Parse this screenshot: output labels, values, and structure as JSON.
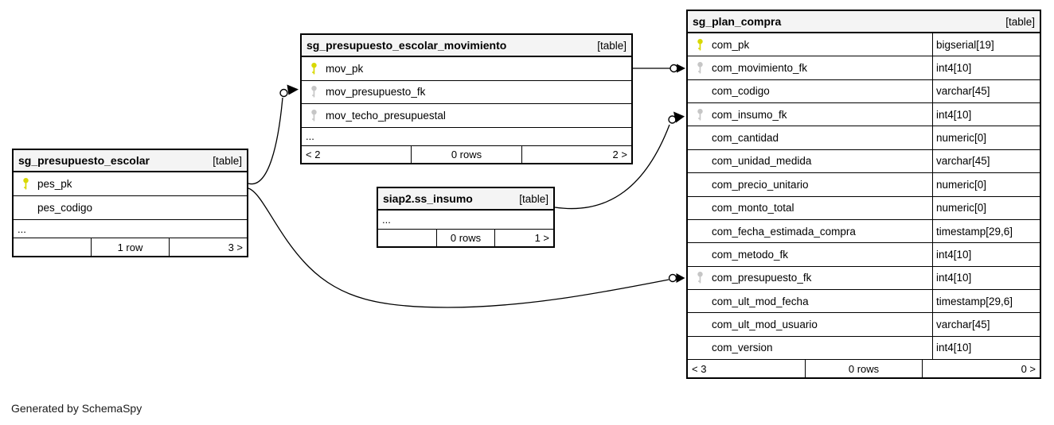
{
  "note": "Generated by SchemaSpy",
  "colors": {
    "header_bg": "#f4f4f4",
    "border": "#000000",
    "primary_key_icon": "#d8d800",
    "foreign_key_icon": "#c6c6c6"
  },
  "tables": {
    "movimiento": {
      "title": "sg_presupuesto_escolar_movimiento",
      "badge": "[table]",
      "columns": [
        {
          "name": "mov_pk",
          "key": "pk"
        },
        {
          "name": "mov_presupuesto_fk",
          "key": "fk"
        },
        {
          "name": "mov_techo_presupuestal",
          "key": "fk"
        }
      ],
      "ellipsis": "...",
      "footer": {
        "left": "< 2",
        "center": "0 rows",
        "right": "2 >"
      }
    },
    "escolar": {
      "title": "sg_presupuesto_escolar",
      "badge": "[table]",
      "columns": [
        {
          "name": "pes_pk",
          "key": "pk"
        },
        {
          "name": "pes_codigo",
          "key": ""
        }
      ],
      "ellipsis": "...",
      "footer": {
        "left": "",
        "center": "1 row",
        "right": "3 >"
      }
    },
    "insumo": {
      "title": "siap2.ss_insumo",
      "badge": "[table]",
      "columns": [],
      "ellipsis": "...",
      "footer": {
        "left": "",
        "center": "0 rows",
        "right": "1 >"
      }
    },
    "plan_compra": {
      "title": "sg_plan_compra",
      "badge": "[table]",
      "columns": [
        {
          "name": "com_pk",
          "type": "bigserial[19]",
          "key": "pk"
        },
        {
          "name": "com_movimiento_fk",
          "type": "int4[10]",
          "key": "fk"
        },
        {
          "name": "com_codigo",
          "type": "varchar[45]",
          "key": ""
        },
        {
          "name": "com_insumo_fk",
          "type": "int4[10]",
          "key": "fk"
        },
        {
          "name": "com_cantidad",
          "type": "numeric[0]",
          "key": ""
        },
        {
          "name": "com_unidad_medida",
          "type": "varchar[45]",
          "key": ""
        },
        {
          "name": "com_precio_unitario",
          "type": "numeric[0]",
          "key": ""
        },
        {
          "name": "com_monto_total",
          "type": "numeric[0]",
          "key": ""
        },
        {
          "name": "com_fecha_estimada_compra",
          "type": "timestamp[29,6]",
          "key": ""
        },
        {
          "name": "com_metodo_fk",
          "type": "int4[10]",
          "key": ""
        },
        {
          "name": "com_presupuesto_fk",
          "type": "int4[10]",
          "key": "fk"
        },
        {
          "name": "com_ult_mod_fecha",
          "type": "timestamp[29,6]",
          "key": ""
        },
        {
          "name": "com_ult_mod_usuario",
          "type": "varchar[45]",
          "key": ""
        },
        {
          "name": "com_version",
          "type": "int4[10]",
          "key": ""
        }
      ],
      "footer": {
        "left": "< 3",
        "center": "0 rows",
        "right": "0 >"
      }
    }
  },
  "relationships": [
    {
      "from": "sg_presupuesto_escolar_movimiento.mov_pk",
      "to": "sg_plan_compra.com_movimiento_fk"
    },
    {
      "from": "sg_presupuesto_escolar.pes_pk",
      "to": "sg_presupuesto_escolar_movimiento.mov_presupuesto_fk"
    },
    {
      "from": "siap2.ss_insumo",
      "to": "sg_plan_compra.com_insumo_fk"
    },
    {
      "from": "sg_presupuesto_escolar.pes_pk",
      "to": "sg_plan_compra.com_presupuesto_fk"
    }
  ]
}
